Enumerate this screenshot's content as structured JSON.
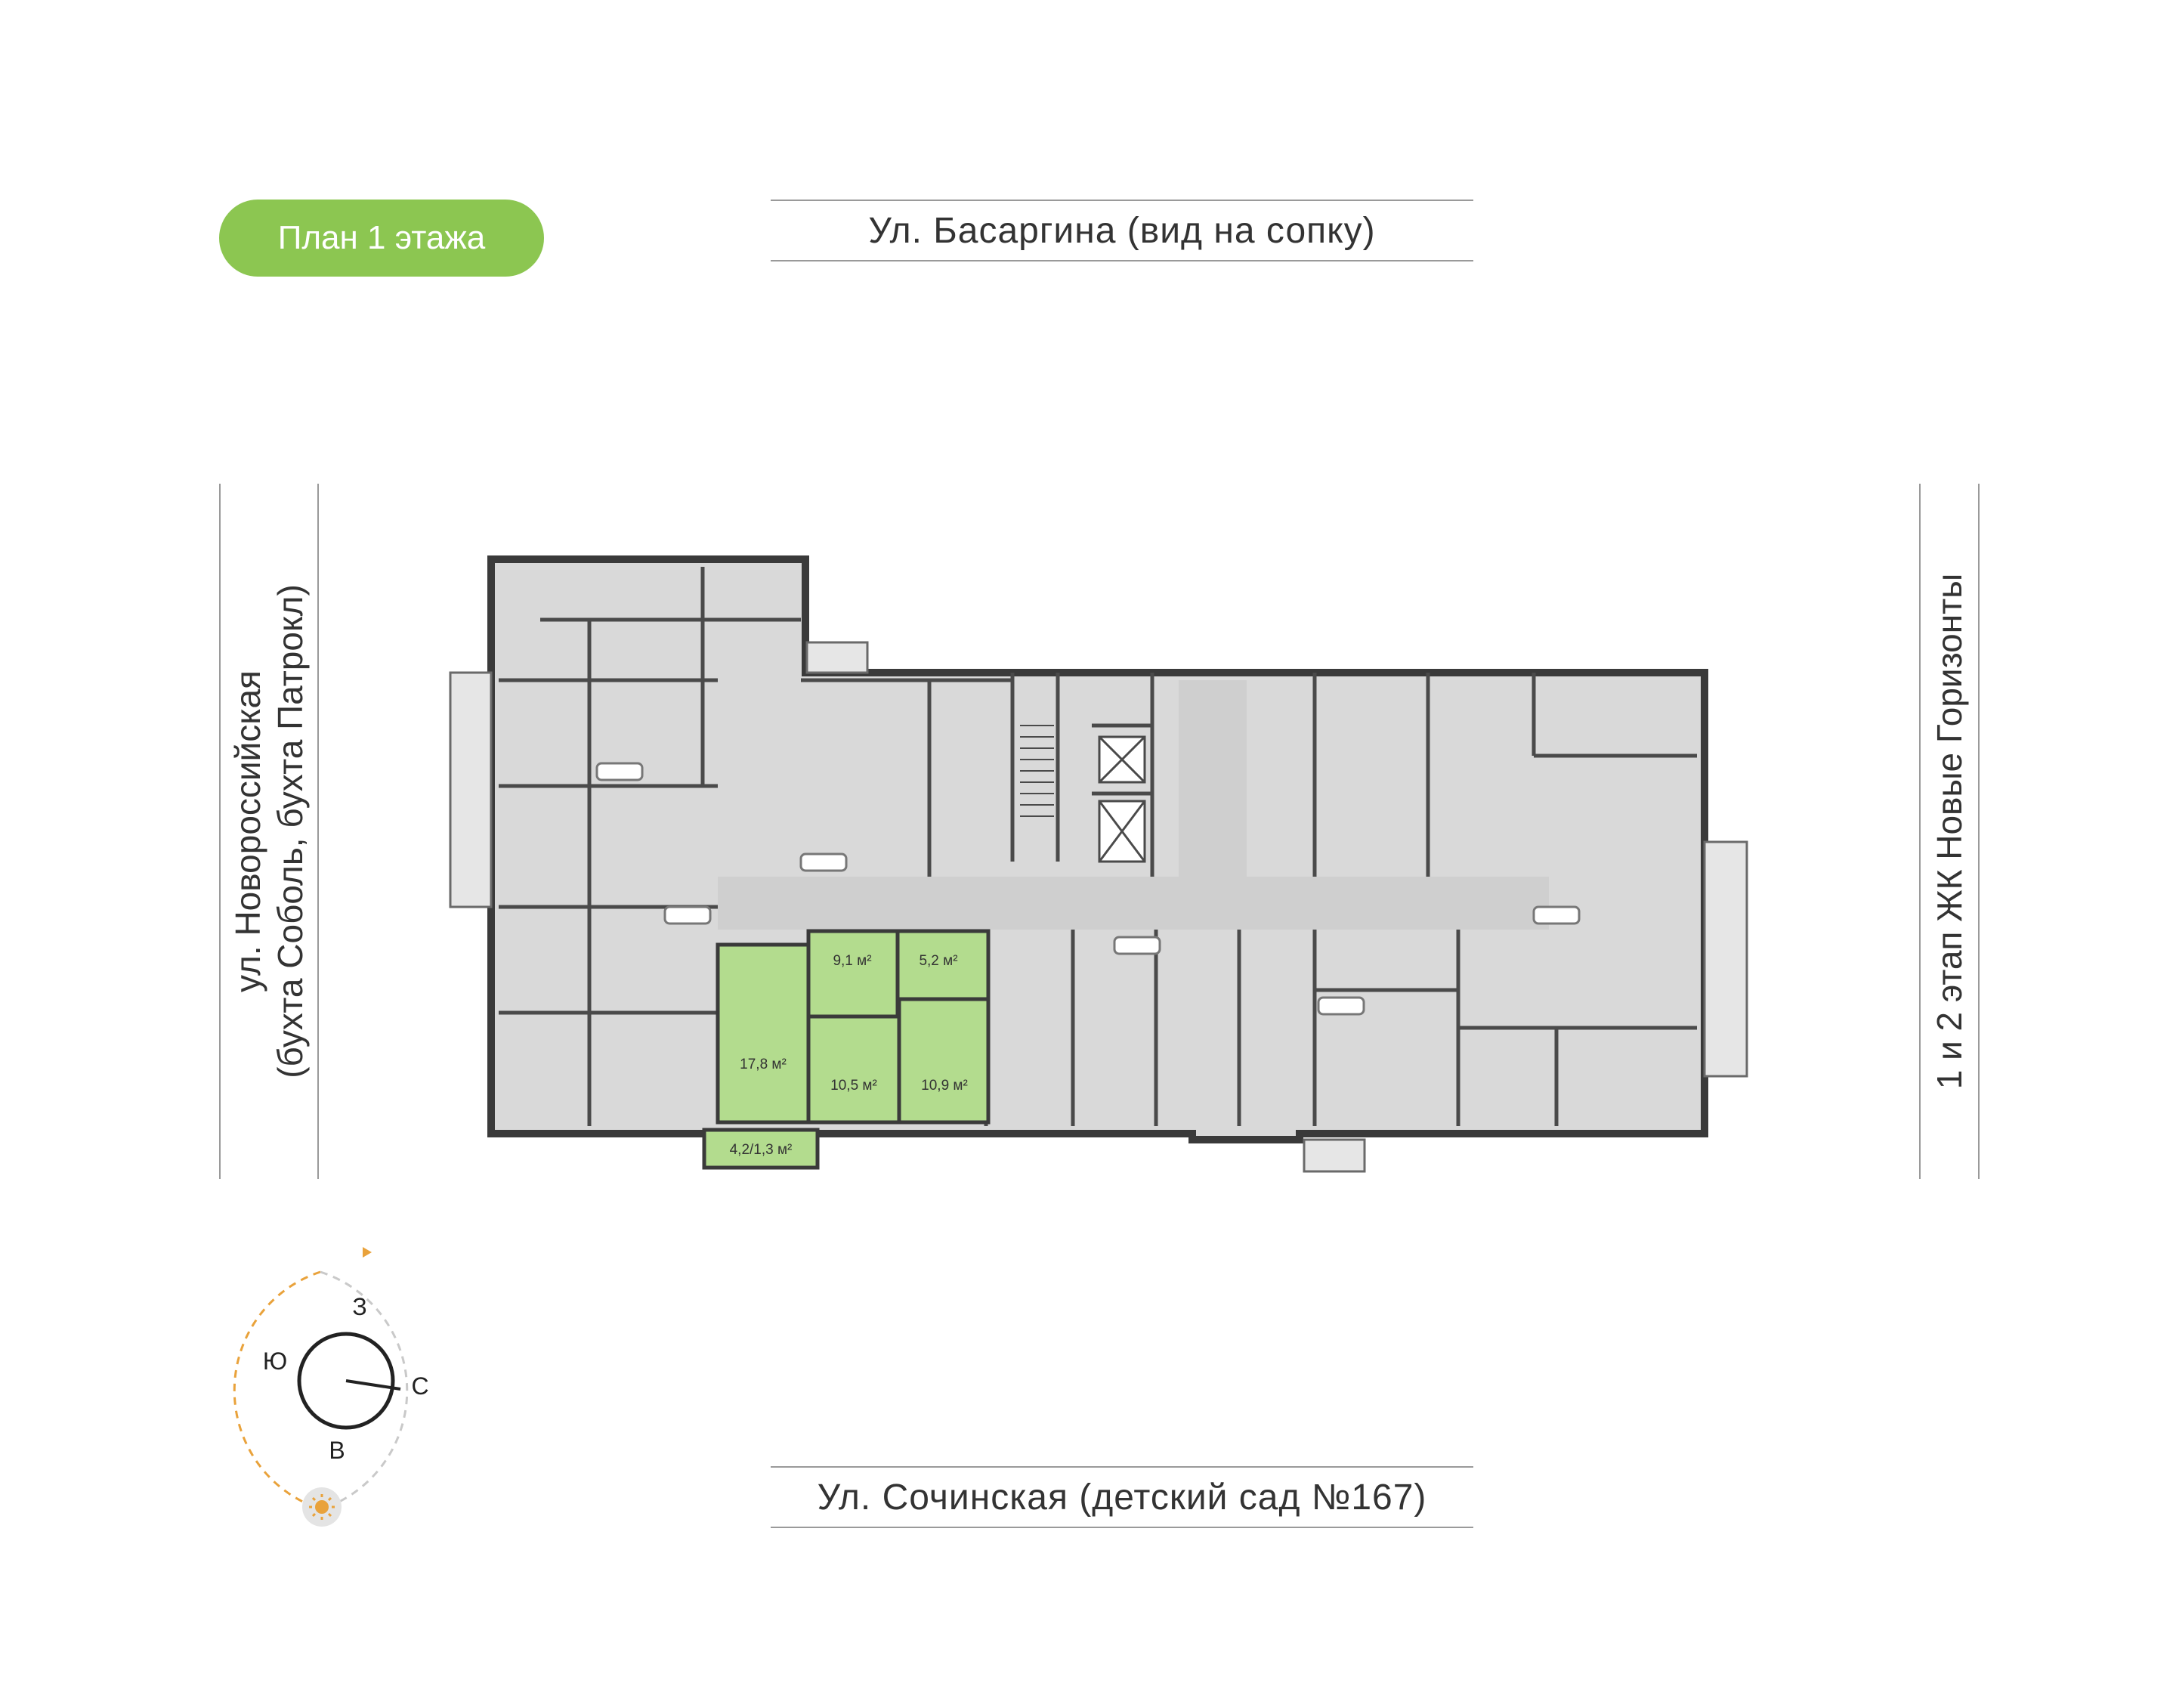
{
  "floor_badge": "План 1 этажа",
  "streets": {
    "top": "Ул. Басаргина (вид на сопку)",
    "bottom": "Ул. Сочинская (детский сад №167)",
    "left_line1": "ул. Новороссийская",
    "left_line2": "(бухта Соболь, бухта Патрокл)",
    "right": "1 и 2 этап ЖК Новые Горизонты"
  },
  "apartment": {
    "rooms": [
      {
        "id": "living",
        "area": "17,8 м²"
      },
      {
        "id": "hall",
        "area": "9,1 м²"
      },
      {
        "id": "bath",
        "area": "5,2 м²"
      },
      {
        "id": "bedroom-1",
        "area": "10,5 м²"
      },
      {
        "id": "bedroom-2",
        "area": "10,9 м²"
      },
      {
        "id": "balcony",
        "area": "4,2/1,3 м²"
      }
    ]
  },
  "compass": {
    "north": "С",
    "south": "Ю",
    "west": "З",
    "east": "В"
  },
  "colors": {
    "accent_green": "#8cc651",
    "highlight_green": "#b3dc8e",
    "room_gray": "#d9d9d9",
    "wall_dark": "#3a3a3a",
    "sun_orange": "#e9a23b"
  }
}
